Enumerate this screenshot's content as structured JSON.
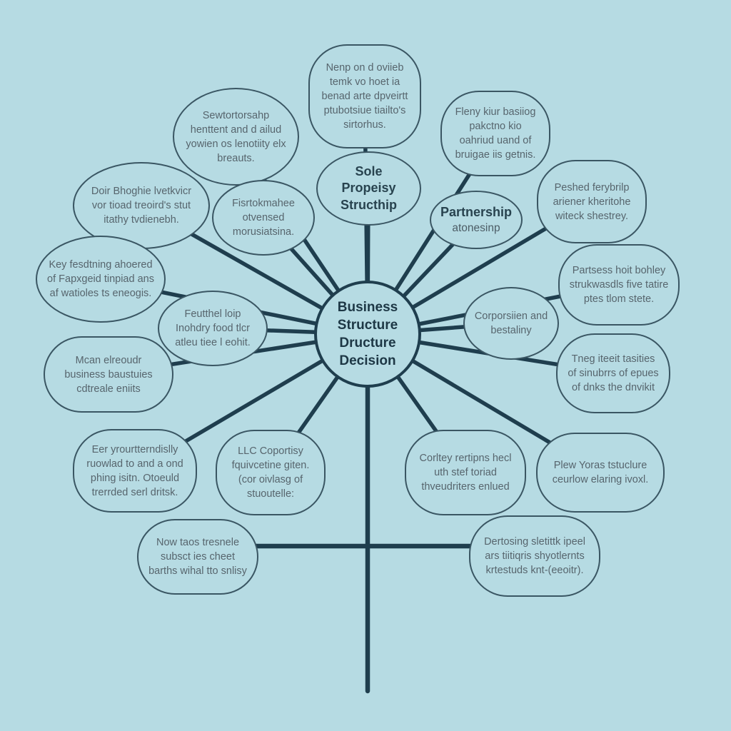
{
  "colors": {
    "background": "#b6dbe3",
    "line": "#1f3e4e",
    "node_border": "#3a5663",
    "body_text": "#57656d",
    "emphasis_text": "#1d3745"
  },
  "diagram": {
    "center": {
      "title": "Business Structure Dructure Decision"
    },
    "nodes": [
      {
        "text": "Nenp on d oviieb temk vo hoet ia benad arte dpveirtt ptubotsiue tiailto's sirtorhus."
      },
      {
        "text": "Sole Propeisy Structhip"
      },
      {
        "text": "Sewtortorsahp henttent and d ailud yowien os lenotiity elx breauts."
      },
      {
        "text": "Fisrtokmahee otvensed morusiatsina."
      },
      {
        "text": "Doir Bhoghie lvetkvicr vor tioad treoird's stut itathy tvdienebh."
      },
      {
        "text": "Key fesdtning ahoered of Fapxgeid tinpiad ans af watioles ts eneogis."
      },
      {
        "text": "Feutthel loip Inohdry food tlcr atleu tiee l eohit."
      },
      {
        "text": "Mcan elreoudr business baustuies cdtreale eniits"
      },
      {
        "text": "Eer yrourtterndislly ruowlad to and a ond phing isitn. Otoeuld trerrded serl dritsk."
      },
      {
        "text": "LLC Coportisy fquivcetine giten. (cor oivlasg of stuoutelle:"
      },
      {
        "text": "Now taos tresnele subsct ies cheet barths wihal tto snlisy"
      },
      {
        "text": "Fleny kiur basiiog pakctno kio oahriud uand of bruigae iis getnis."
      },
      {
        "text": "Peshed ferybrilp ariener kheritohe witeck shestrey."
      },
      {
        "title": "Partnership",
        "subtitle": "atonesinp"
      },
      {
        "text": "Partsess hoit bohley strukwasdls five tatire ptes tlom stete."
      },
      {
        "text": "Corporsiien and bestaliny"
      },
      {
        "text": "Tneg iteeit tasities of sinubrrs of epues of dnks the dnvikit"
      },
      {
        "text": "Corltey rertipns hecl uth stef toriad thveudriters enlued"
      },
      {
        "text": "Plew Yoras tstuclure ceurlow elaring ivoxl."
      },
      {
        "text": "Dertosing sletittk ipeel ars tiitiqris shyotlernts krtestuds knt-(eeoitr)."
      }
    ]
  }
}
